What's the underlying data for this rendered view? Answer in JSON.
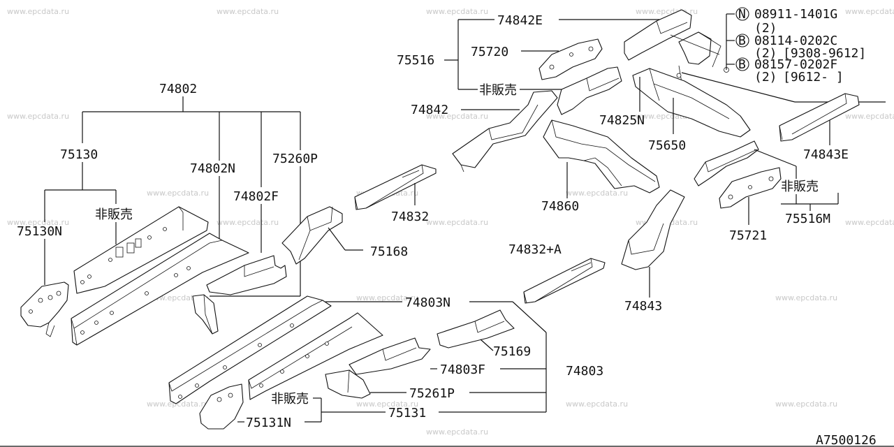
{
  "diagram_id": "A7500126",
  "watermark": "www.epcdata.ru",
  "not_for_sale": "非販売",
  "labels": {
    "p74802": "74802",
    "p75130": "75130",
    "p75130N": "75130N",
    "p74802N": "74802N",
    "p74802F": "74802F",
    "p75260P": "75260P",
    "p75168": "75168",
    "p74832": "74832",
    "p74842E": "74842E",
    "p75516": "75516",
    "p75720": "75720",
    "p74842": "74842",
    "p74825N": "74825N",
    "p75650": "75650",
    "p74860": "74860",
    "p74843E": "74843E",
    "p75516M": "75516M",
    "p75721": "75721",
    "p74832A": "74832+A",
    "p74843": "74843",
    "p74803N": "74803N",
    "p75169": "75169",
    "p74803F": "74803F",
    "p74803": "74803",
    "p75261P": "75261P",
    "p75131": "75131",
    "p75131N": "75131N"
  },
  "fasteners": [
    {
      "symbol": "N",
      "part": "08911-1401G",
      "qty": "(2)",
      "range": ""
    },
    {
      "symbol": "B",
      "part": "08114-0202C",
      "qty": "(2)",
      "range": "[9308-9612]"
    },
    {
      "symbol": "B",
      "part": "08157-0202F",
      "qty": "(2)",
      "range": "[9612-    ]"
    }
  ]
}
